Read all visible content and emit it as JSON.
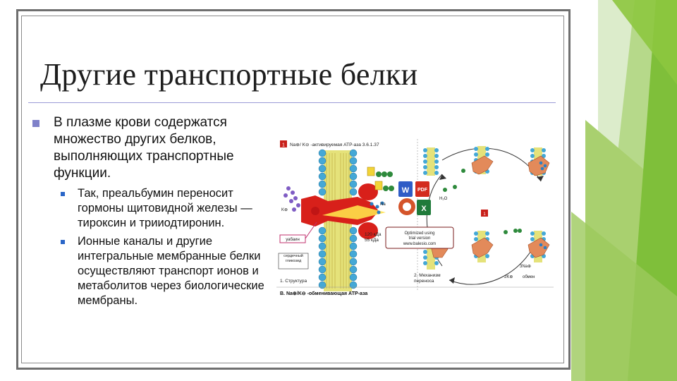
{
  "slide": {
    "title": "Другие транспортные белки",
    "bullets": [
      {
        "text": "В плазме крови содержатся множество других белков, выполняющих транспортные функции."
      }
    ],
    "sub_bullets": [
      {
        "text": "Так, преальбумин переносит гормоны щитовидной железы — тироксин и трииодтиронин."
      },
      {
        "text": "Ионные каналы и другие интегральные мембранные белки осуществляют транспорт ионов и метаболитов через биологические мембраны."
      }
    ]
  },
  "figure": {
    "heading": "Na⊕/ K⊖ -активируемая АТР-аза 3.6.1.37",
    "label_box": "1",
    "center_box": "1",
    "ouabain": "уабаин",
    "glycoside": "сердечный гликозид",
    "energy_line1": "120 кДа",
    "energy_line2": "55 кДа",
    "h2o": "H₂O",
    "k_label": "K⊕",
    "na_label": "Na",
    "exchange_3na": "3Na⊕",
    "exchange_2k": "2K⊕",
    "exchange": "обмен",
    "structure": "1. Структура",
    "mechanism_line1": "2. Механизм",
    "mechanism_line2": "переноса",
    "footer": "В. Na⊕/K⊖ -обменивающая АТР-аза",
    "watermark": [
      "Optimized using",
      "trial version",
      "www.balesio.com"
    ],
    "pdf_label": "PDF",
    "word_letter": "W",
    "excel_letter": "X",
    "colors": {
      "membrane": "#e5e27a",
      "head": "#44a8d6",
      "protein": "#d8201a",
      "pump": "#e38a5a"
    }
  },
  "theme": {
    "accent_green": "#8dc63f",
    "bullet_color": "#7f81c9"
  }
}
